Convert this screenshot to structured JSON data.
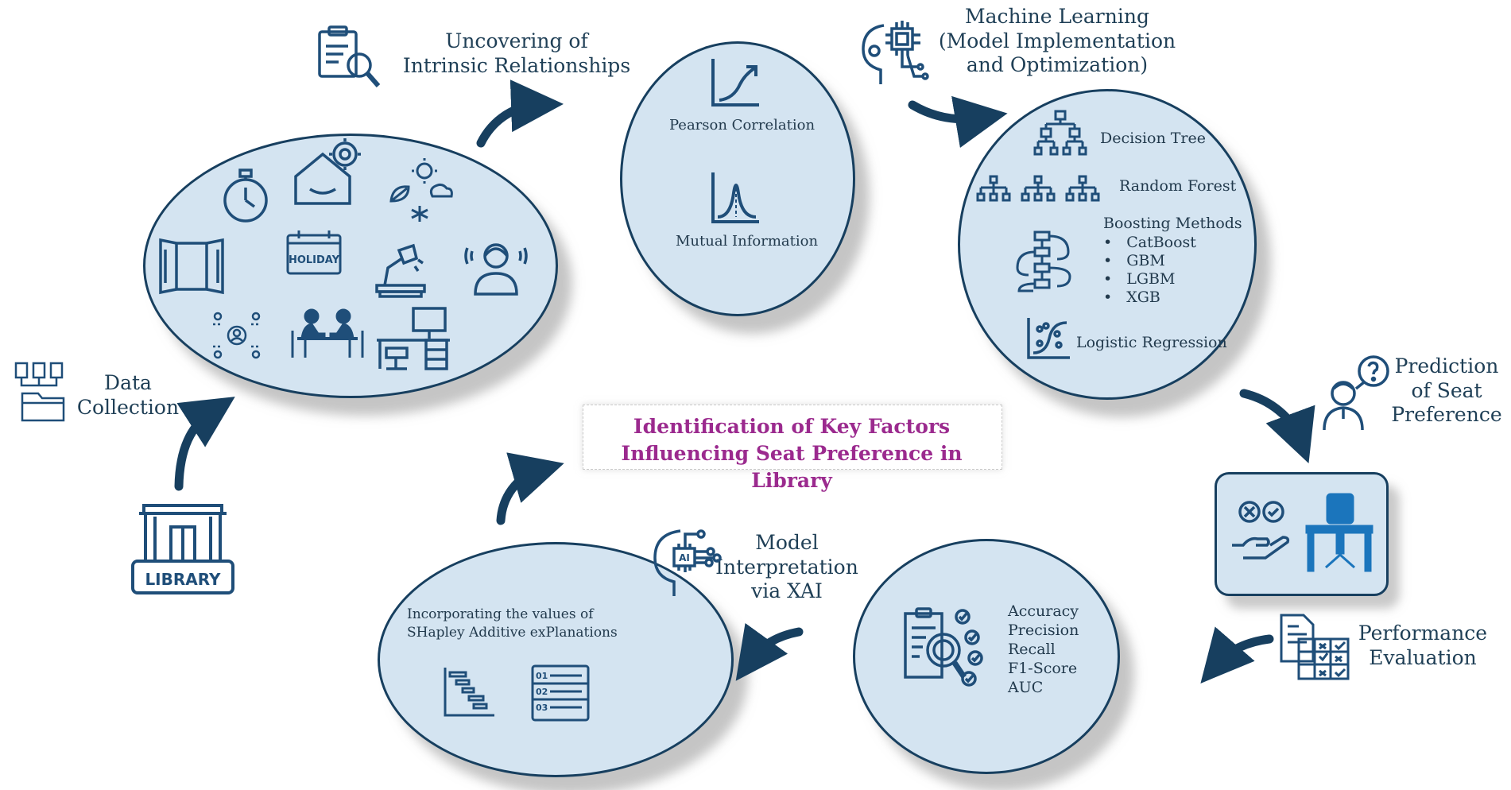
{
  "title": {
    "line1": "Identification of Key Factors",
    "line2": "Influencing Seat Preference in Library"
  },
  "steps": {
    "data_collection": {
      "line1": "Data",
      "line2": "Collection"
    },
    "uncovering": {
      "line1": "Uncovering of",
      "line2": "Intrinsic Relationships"
    },
    "machine_learning": {
      "line1": "Machine Learning",
      "line2": "(Model Implementation",
      "line3": "and Optimization)"
    },
    "prediction": {
      "line1": "Prediction",
      "line2": "of Seat",
      "line3": "Preference"
    },
    "performance": {
      "line1": "Performance",
      "line2": "Evaluation"
    },
    "interpretation": {
      "line1": "Model",
      "line2": "Interpretation",
      "line3": "via XAI"
    }
  },
  "library_sign": "LIBRARY",
  "holiday_sign": "HOLIDAY",
  "correlation": {
    "pearson": "Pearson Correlation",
    "mutual": "Mutual Information"
  },
  "ml_models": {
    "decision_tree": "Decision Tree",
    "random_forest": "Random Forest",
    "boosting": "Boosting Methods",
    "boosting_list": [
      "CatBoost",
      "GBM",
      "LGBM",
      "XGB"
    ],
    "logistic": "Logistic Regression"
  },
  "metrics": [
    "Accuracy",
    "Precision",
    "Recall",
    "F1-Score",
    "AUC"
  ],
  "shap": {
    "line1": "Incorporating the values of",
    "line2": "SHapley Additive exPlanations",
    "list_numbers": [
      "01",
      "02",
      "03"
    ]
  },
  "colors": {
    "accent": "#173f5f",
    "title": "#9b2a8e",
    "blob_fill": "#d4e4f1",
    "icon": "#1f4e79"
  }
}
